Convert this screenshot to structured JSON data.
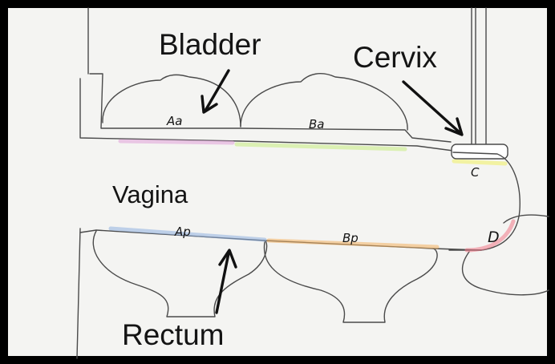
{
  "labels": {
    "bladder": "Bladder",
    "cervix": "Cervix",
    "vagina": "Vagina",
    "rectum": "Rectum"
  },
  "points": {
    "aa": "Aa",
    "ba": "Ba",
    "c": "C",
    "ap": "Ap",
    "bp": "Bp",
    "d": "D"
  },
  "colors": {
    "paper": "#f4f4f2",
    "border": "#000000",
    "aa_highlight": "#e0a0d8",
    "ba_highlight": "#c6ec80",
    "c_highlight": "#f0f060",
    "ap_highlight": "#8fb0e0",
    "bp_highlight": "#f2b060",
    "d_highlight": "#f07888"
  }
}
